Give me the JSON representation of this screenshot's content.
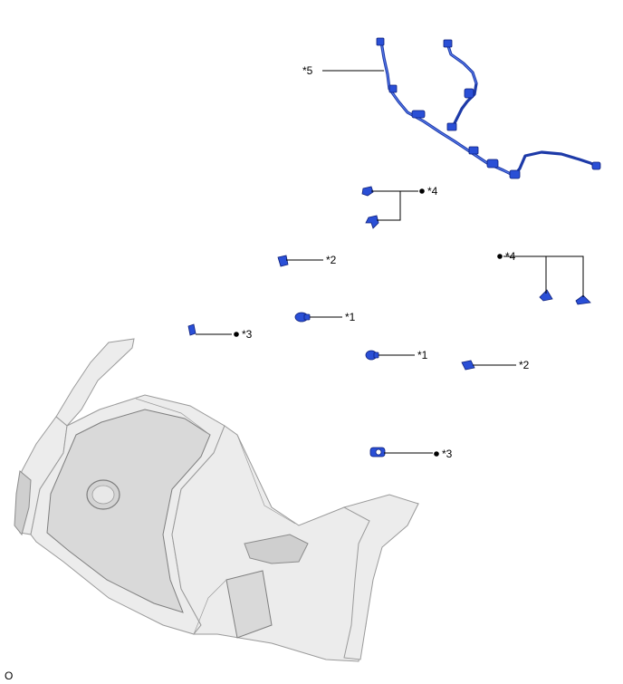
{
  "callouts": {
    "c5": "*5",
    "c4a": "*4",
    "c4b": "*4",
    "c2a": "*2",
    "c2b": "*2",
    "c1a": "*1",
    "c1b": "*1",
    "c3a": "*3",
    "c3b": "*3"
  },
  "figure_code": "O",
  "colors": {
    "parts_blue": "#2a4fd6",
    "bumper_gray": "#ececec"
  }
}
